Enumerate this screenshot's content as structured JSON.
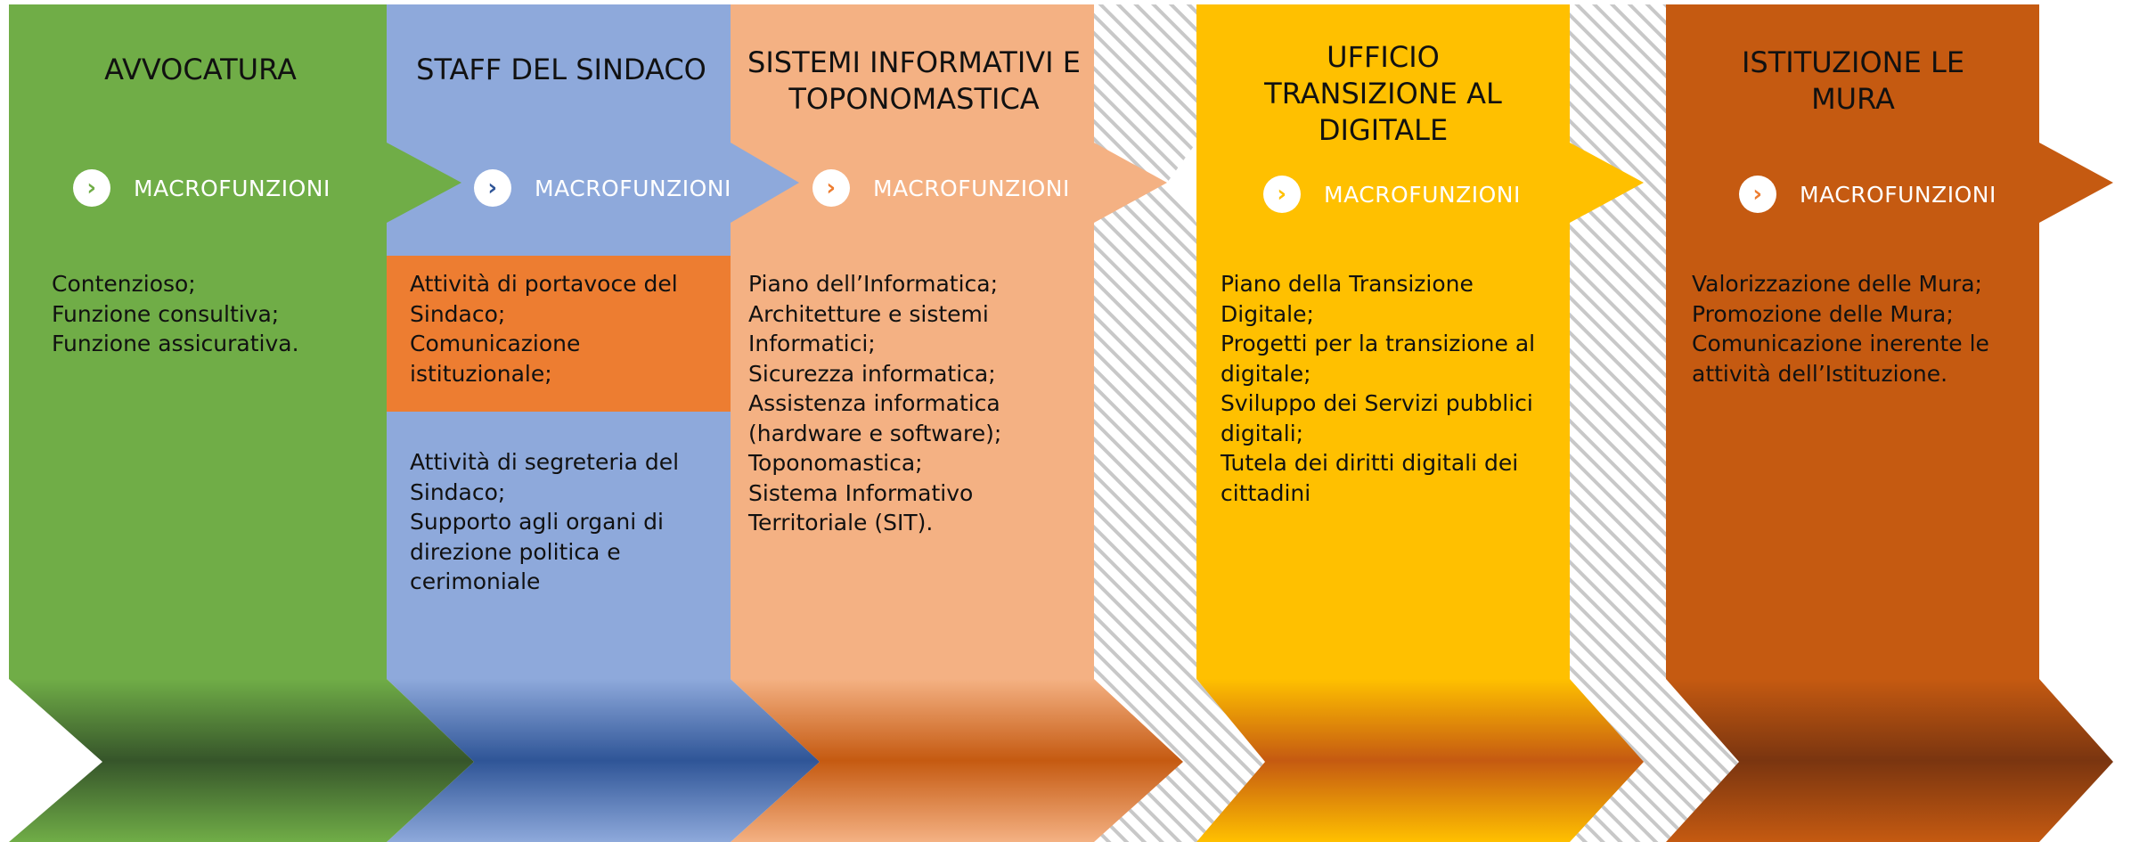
{
  "columns": [
    {
      "title": "AVVOCATURA",
      "macro_label": "MACROFUNZIONI",
      "color": "#70AD47",
      "items": [
        "Contenzioso;",
        "Funzione consultiva;",
        "Funzione assicurativa."
      ]
    },
    {
      "title": "STAFF DEL SINDACO",
      "macro_label": "MACROFUNZIONI",
      "color": "#8EA9DB",
      "highlight_color": "#ED7D31",
      "highlight_items": [
        "Attività di portavoce del",
        "Sindaco;",
        "Comunicazione",
        "istituzionale;"
      ],
      "items": [
        "Attività di segreteria del",
        "Sindaco;",
        "Supporto agli organi di",
        "direzione politica e",
        "cerimoniale"
      ]
    },
    {
      "title": "SISTEMI INFORMATIVI E TOPONOMASTICA",
      "macro_label": "MACROFUNZIONI",
      "color": "#F4B183",
      "items": [
        "Piano dell’Informatica;",
        "Architetture e sistemi",
        "Informatici;",
        "Sicurezza informatica;",
        "Assistenza informatica",
        "(hardware e software);",
        "Toponomastica;",
        "Sistema Informativo",
        "Territoriale (SIT)."
      ]
    },
    {
      "title": "UFFICIO TRANSIZIONE AL DIGITALE",
      "macro_label": "MACROFUNZIONI",
      "color": "#FFC000",
      "items": [
        "Piano della Transizione",
        "Digitale;",
        "Progetti per la transizione al",
        "digitale;",
        "Sviluppo dei Servizi pubblici",
        "digitali;",
        "Tutela dei diritti digitali dei",
        "cittadini"
      ]
    },
    {
      "title": "ISTITUZIONE LE MURA",
      "macro_label": "MACROFUNZIONI",
      "color": "#C55A11",
      "items": [
        "Valorizzazione delle Mura;",
        "Promozione delle Mura;",
        "Comunicazione inerente le",
        "attività dell’Istituzione."
      ]
    }
  ]
}
